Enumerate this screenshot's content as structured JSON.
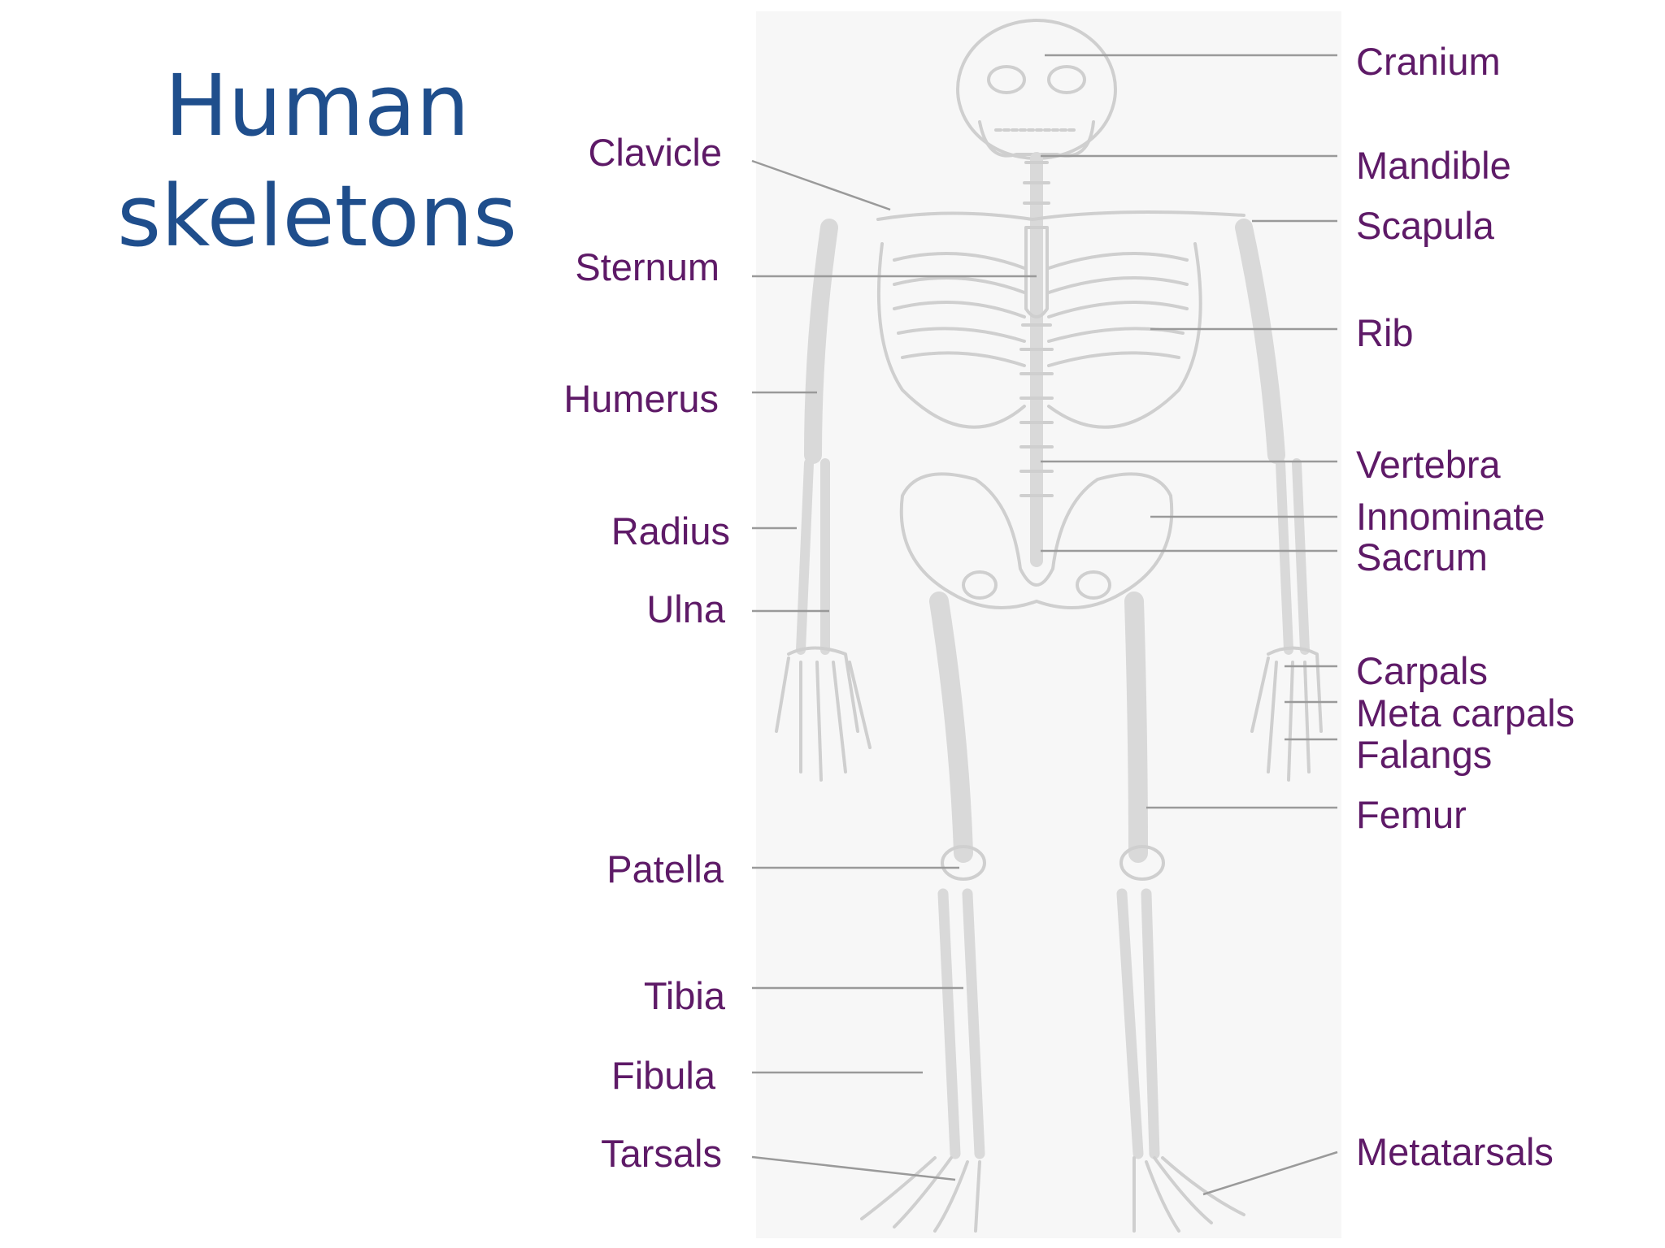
{
  "title": {
    "line1": "Human",
    "line2": "skeletons"
  },
  "labels": {
    "cranium": "Cranium",
    "mandible": "Mandible",
    "scapula": "Scapula",
    "rib": "Rib",
    "vertebra": "Vertebra",
    "innominate": "Innominate",
    "sacrum": "Sacrum",
    "carpals": "Carpals",
    "metacarpals": "Meta carpals",
    "falangs": "Falangs",
    "femur": "Femur",
    "metatarsals": "Metatarsals",
    "clavicle": "Clavicle",
    "sternum": "Sternum",
    "humerus": "Humerus",
    "radius": "Radius",
    "ulna": "Ulna",
    "patella": "Patella",
    "tibia": "Tibia",
    "fibula": "Fibula",
    "tarsals": "Tarsals"
  },
  "colors": {
    "title": "#1f4e8c",
    "label": "#5e1a67",
    "leader": "#9a9a9a",
    "bone": "#c8c8c8"
  }
}
